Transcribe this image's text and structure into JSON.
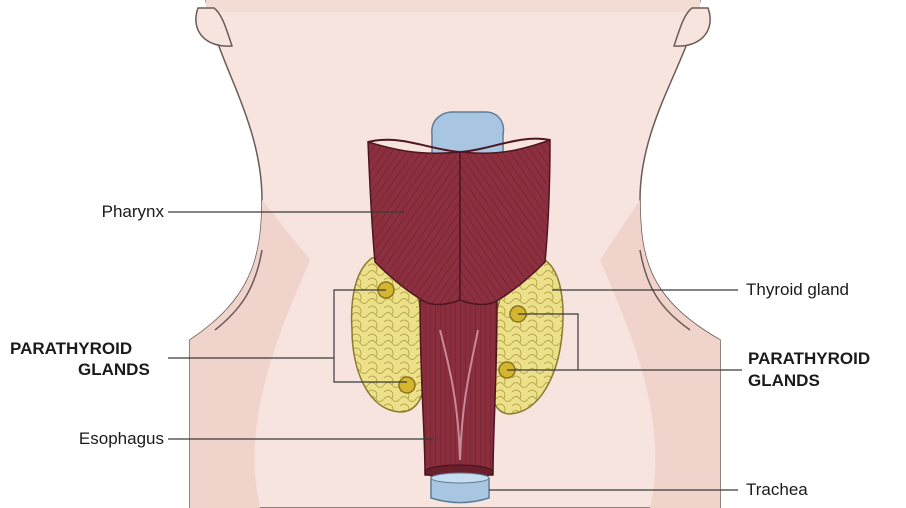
{
  "colors": {
    "skin_light": "#f7e4de",
    "skin_shadow": "#f0d3ca",
    "muscle": "#8c2f3f",
    "muscle_dark": "#6a1f2d",
    "gland": "#ece08a",
    "gland_outline": "#b8a84a",
    "parathyroid": "#d3b62e",
    "cartilage": "#a8c6e2",
    "leader": "#3a3a3a"
  },
  "labels": {
    "pharynx": "Pharynx",
    "parathyroid_left_line1": "PARATHYROID",
    "parathyroid_left_line2": "GLANDS",
    "esophagus": "Esophagus",
    "thyroid_gland": "Thyroid gland",
    "parathyroid_right_line1": "PARATHYROID",
    "parathyroid_right_line2": "GLANDS",
    "trachea": "Trachea"
  }
}
